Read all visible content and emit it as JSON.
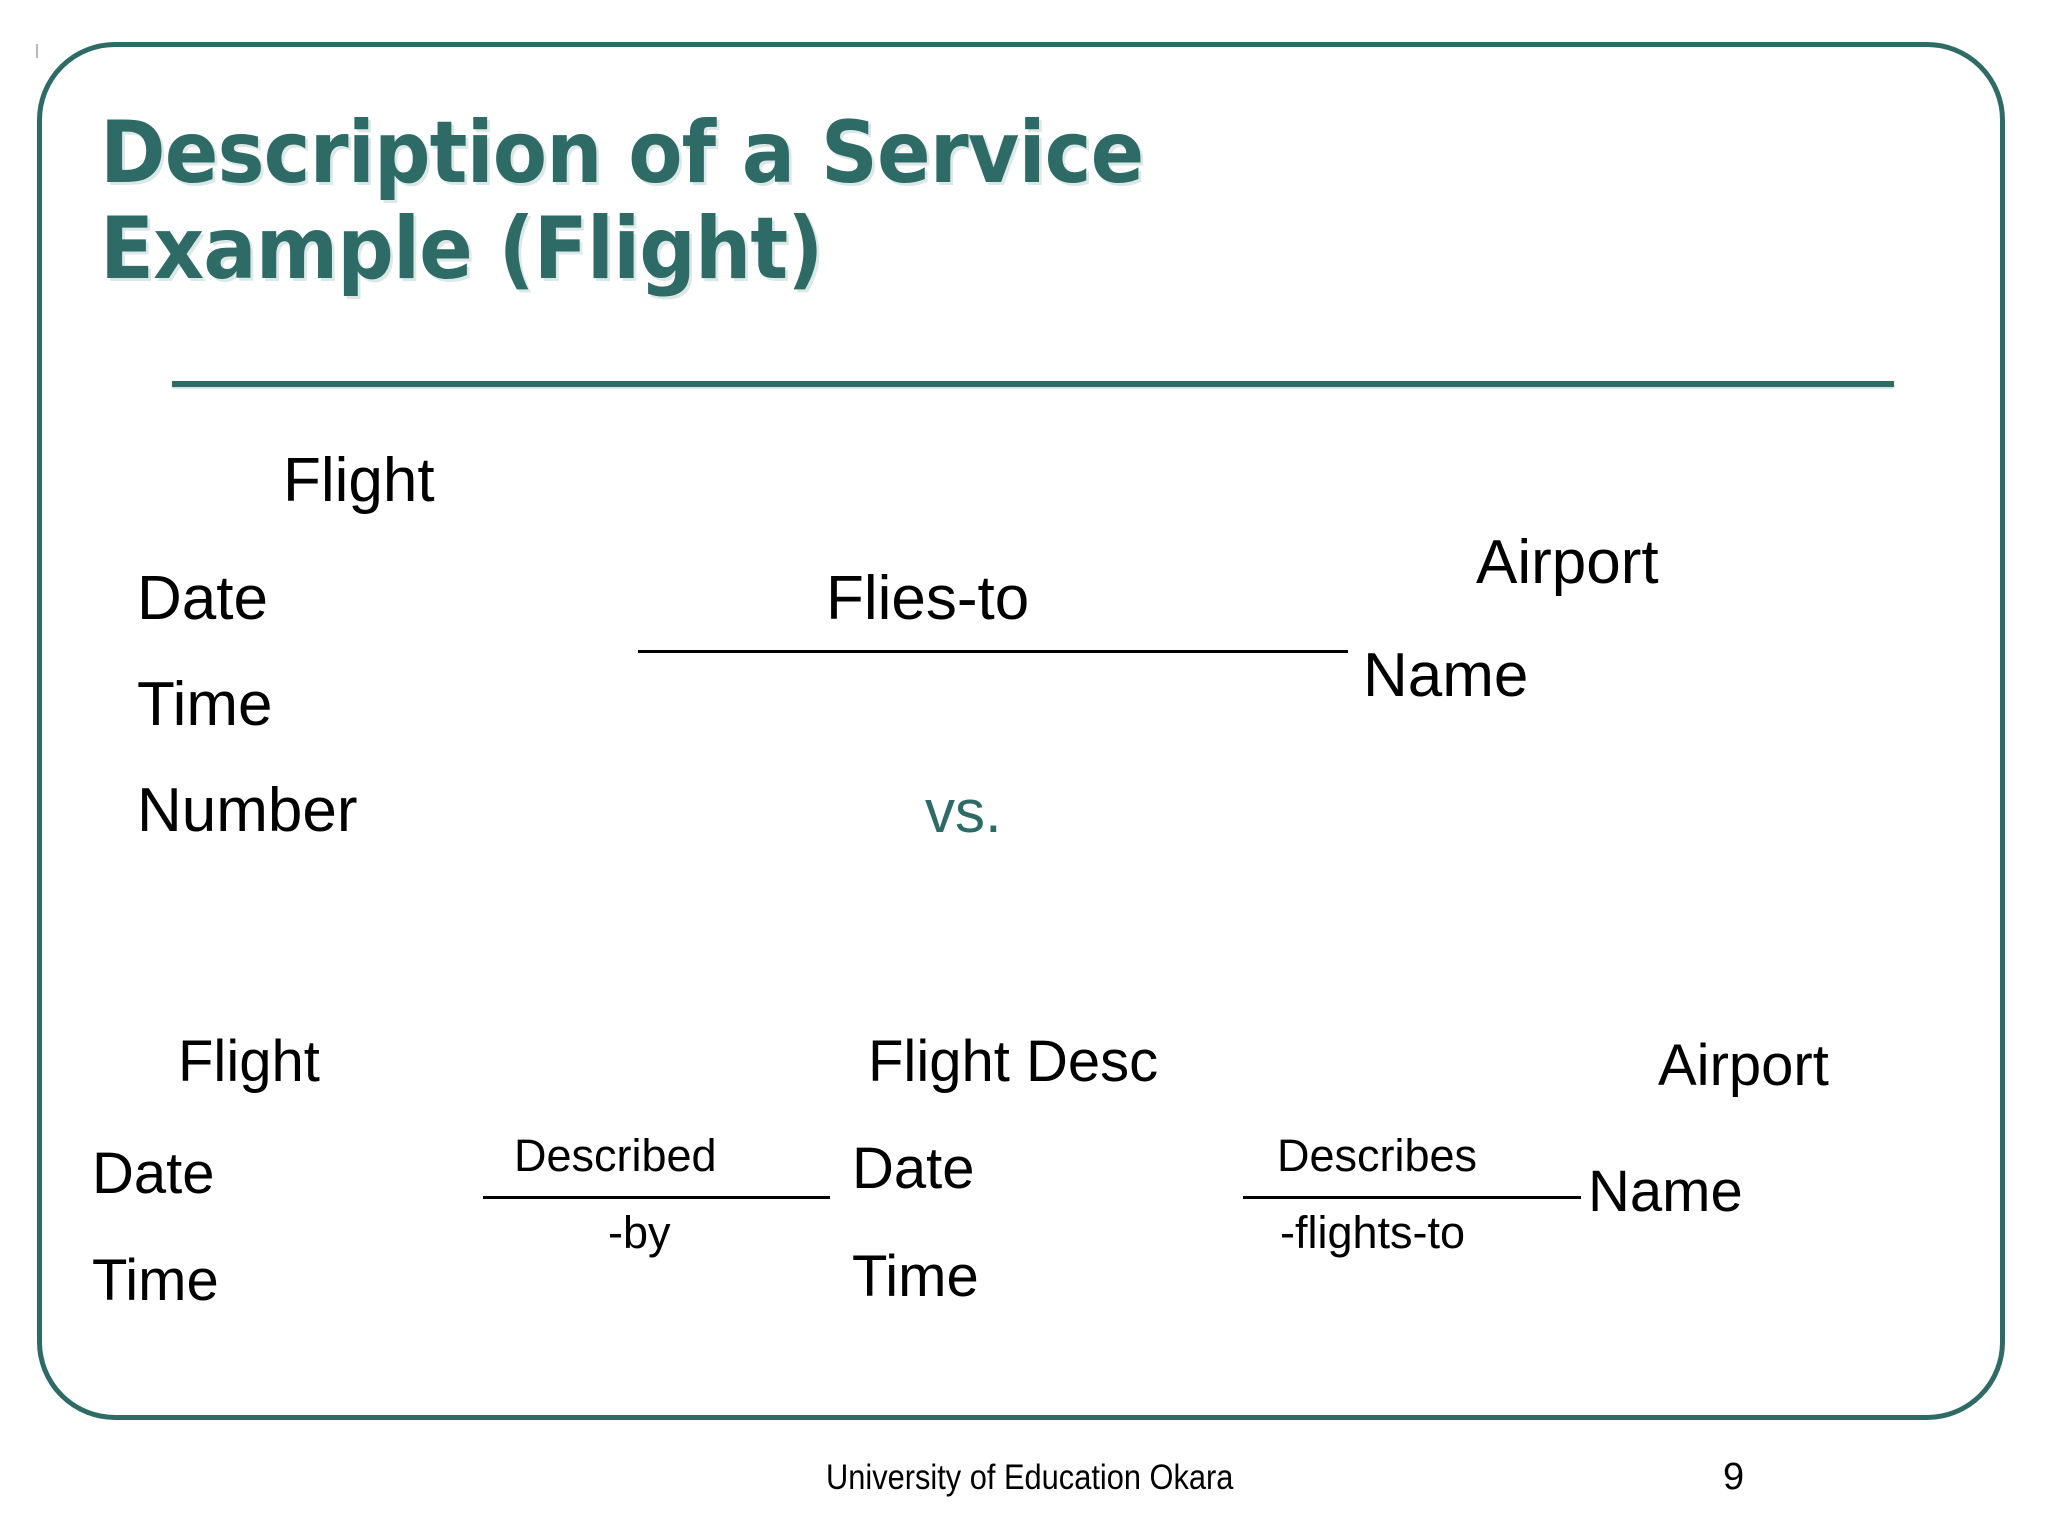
{
  "slide": {
    "title_line1": "Description of a Service",
    "title_line2": "Example (Flight)",
    "accent_color": "#2E6B66",
    "background_color": "#FFFFFF",
    "text_color": "#000000"
  },
  "diagram_top": {
    "left_entity": {
      "name": "Flight",
      "attributes": [
        "Date",
        "Time",
        "Number"
      ]
    },
    "relationship": {
      "label": "Flies-to"
    },
    "right_entity": {
      "name": "Airport",
      "attributes": [
        "Name"
      ]
    }
  },
  "separator": {
    "label": "vs."
  },
  "diagram_bottom": {
    "left_entity": {
      "name": "Flight",
      "attributes": [
        "Date",
        "Time"
      ]
    },
    "relationship_left": {
      "label_top": "Described",
      "label_bottom": "-by"
    },
    "middle_entity": {
      "name": "Flight Desc",
      "attributes": [
        "Date",
        "Time"
      ]
    },
    "relationship_right": {
      "label_top": "Describes",
      "label_bottom": "-flights-to"
    },
    "right_entity": {
      "name": "Airport",
      "attributes": [
        "Name"
      ]
    }
  },
  "footer": {
    "organization": "University of Education Okara",
    "slide_number": "9"
  }
}
